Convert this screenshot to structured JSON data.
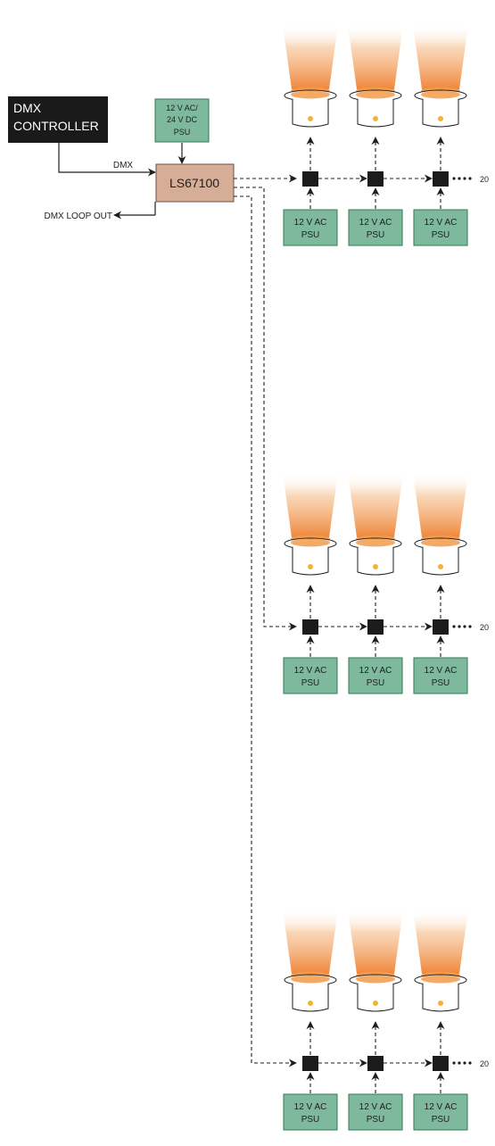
{
  "controller": {
    "line1": "DMX",
    "line2": "CONTROLLER"
  },
  "driver": {
    "label": "LS67100"
  },
  "driver_psu": {
    "line1": "12 V AC/",
    "line2": "24 V DC",
    "line3": "PSU"
  },
  "dmx_label": "DMX",
  "loop_out_label": "DMX LOOP OUT",
  "psu": {
    "line1": "12 V AC",
    "line2": "PSU"
  },
  "count_label": "20",
  "colors": {
    "controller_bg": "#1b1a1a",
    "driver_fill": "#d6ad96",
    "psu_fill": "#7eb99d",
    "psu_border": "#2f7a53",
    "beam": "#f29a4a",
    "led_dot": "#f5b330",
    "node": "#1b1b1b"
  }
}
